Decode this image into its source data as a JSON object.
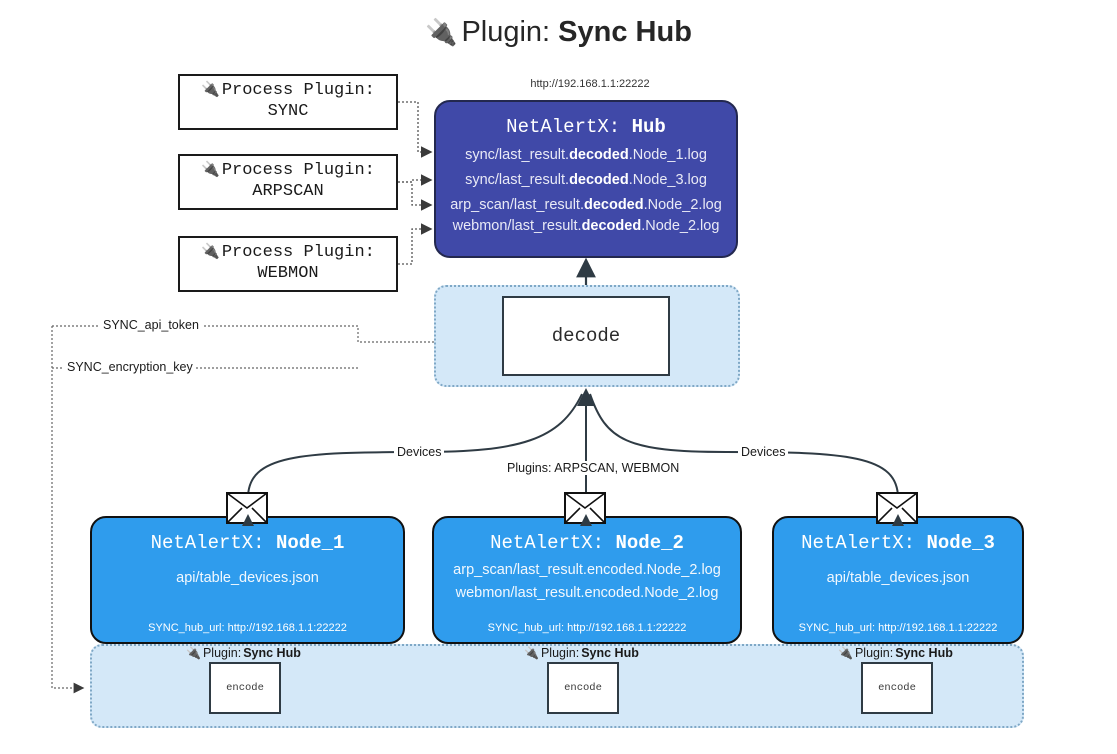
{
  "title": {
    "icon": "plug-icon",
    "prefix": "Plugin:",
    "name": "Sync Hub"
  },
  "hub": {
    "url": "http://192.168.1.1:22222",
    "title_prefix": "NetAlertX:",
    "title_name": "Hub",
    "loglines": [
      {
        "pre": "sync/last_result.",
        "mid": "decoded",
        "post": ".Node_1.log"
      },
      {
        "pre": "sync/last_result.",
        "mid": "decoded",
        "post": ".Node_3.log"
      },
      {
        "pre": "arp_scan/last_result.",
        "mid": "decoded",
        "post": ".Node_2.log"
      },
      {
        "pre": "webmon/last_result.",
        "mid": "decoded",
        "post": ".Node_2.log"
      }
    ]
  },
  "process_plugins": [
    {
      "icon": "plug-icon",
      "label": "Process Plugin:",
      "name": "SYNC"
    },
    {
      "icon": "plug-icon",
      "label": "Process Plugin:",
      "name": "ARPSCAN"
    },
    {
      "icon": "plug-icon",
      "label": "Process Plugin:",
      "name": "WEBMON"
    }
  ],
  "decode": {
    "label": "decode"
  },
  "settings_edges": [
    {
      "label": "SYNC_api_token"
    },
    {
      "label": "SYNC_encryption_key"
    }
  ],
  "flow_labels": {
    "devices_left": "Devices",
    "devices_right": "Devices",
    "plugins_center": "Plugins: ARPSCAN, WEBMON"
  },
  "nodes": [
    {
      "title_prefix": "NetAlertX:",
      "title_name": "Node_1",
      "lines": [
        "api/table_devices.json"
      ],
      "url_key": "SYNC_hub_url:",
      "url_value": "http://192.168.1.1:22222",
      "envelope_icon": "envelope-icon"
    },
    {
      "title_prefix": "NetAlertX:",
      "title_name": "Node_2",
      "lines": [
        "arp_scan/last_result.encoded.Node_2.log",
        "webmon/last_result.encoded.Node_2.log"
      ],
      "url_key": "SYNC_hub_url:",
      "url_value": "http://192.168.1.1:22222",
      "envelope_icon": "envelope-icon"
    },
    {
      "title_prefix": "NetAlertX:",
      "title_name": "Node_3",
      "lines": [
        "api/table_devices.json"
      ],
      "url_key": "SYNC_hub_url:",
      "url_value": "http://192.168.1.1:22222",
      "envelope_icon": "envelope-icon"
    }
  ],
  "encoders": [
    {
      "icon": "plug-icon",
      "prefix": "Plugin:",
      "name": "Sync Hub",
      "box_label": "encode"
    },
    {
      "icon": "plug-icon",
      "prefix": "Plugin:",
      "name": "Sync Hub",
      "box_label": "encode"
    },
    {
      "icon": "plug-icon",
      "prefix": "Plugin:",
      "name": "Sync Hub",
      "box_label": "encode"
    }
  ],
  "colors": {
    "hub_fill": "#4049a8",
    "node_fill": "#2f9ced",
    "band_fill": "#d4e8f8",
    "band_border": "#7fa8c6",
    "stroke": "#2f3b44",
    "page_bg": "#ffffff"
  }
}
